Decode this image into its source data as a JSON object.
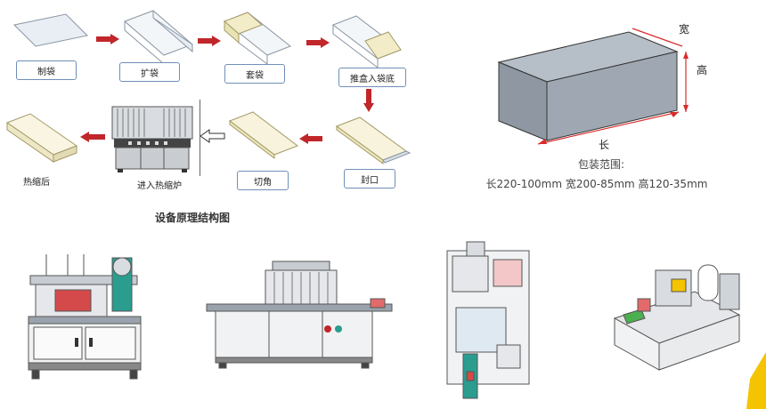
{
  "process": {
    "steps": [
      {
        "label": "制袋"
      },
      {
        "label": "扩袋"
      },
      {
        "label": "套袋"
      },
      {
        "label": "推盒入袋底"
      },
      {
        "label": "封口"
      },
      {
        "label": "切角"
      },
      {
        "label": "进入热缩炉"
      },
      {
        "label": "热缩后"
      }
    ]
  },
  "caption": "设备原理结构图",
  "box_dims": {
    "width_label": "宽",
    "height_label": "高",
    "length_label": "长"
  },
  "spec": {
    "title": "包装范围:",
    "values": "长220-100mm  宽200-85mm  高120-35mm"
  },
  "colors": {
    "arrow_red": "#c0262a",
    "label_border": "#6f8fb8",
    "box_face": "#9aa3ad",
    "dim_line": "#d92b2b",
    "accent_yellow": "#f5c400"
  }
}
